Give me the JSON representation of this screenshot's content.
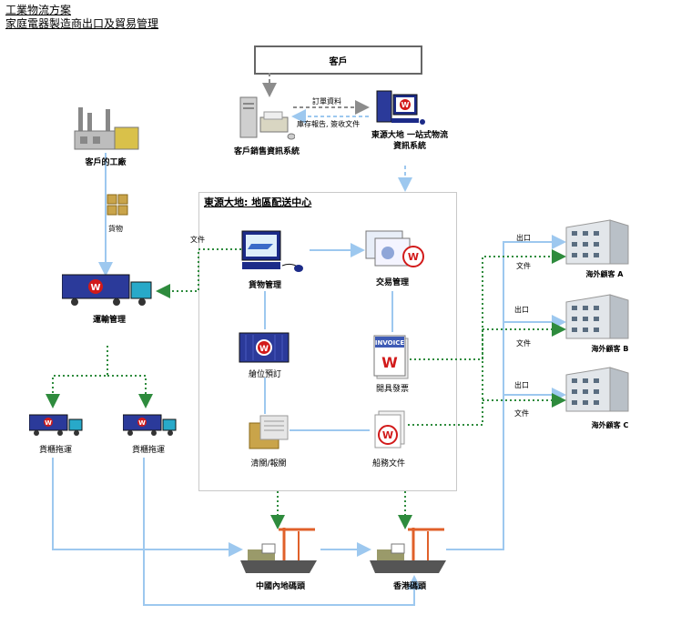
{
  "header": {
    "title": "工業物流方案",
    "subtitle": "家庭電器製造商出口及貿易管理"
  },
  "client": {
    "label": "客戶"
  },
  "systems": {
    "client_sales": "客戶銷售資訊系統",
    "one_stop": "東源大地 一站式物流",
    "one_stop_2": "資訊系統",
    "order_data": "訂單資料",
    "inventory_report": "庫存報告, 簽收文件"
  },
  "factory": {
    "label": "客戶的工廠",
    "goods": "貨物"
  },
  "transport": {
    "label": "運輸管理",
    "doc": "文件"
  },
  "trucks": {
    "left": "貨櫃拖運",
    "right": "貨櫃拖運"
  },
  "center": {
    "title": "東源大地: 地區配送中心",
    "cargo": "貨物管理",
    "trade": "交易管理",
    "booking": "艙位預訂",
    "invoice": "開具發票",
    "invoice_text": "INVOICE",
    "customs": "清關/報關",
    "shipping": "船務文件"
  },
  "ports": {
    "mainland": "中國內地碼頭",
    "hk": "香港碼頭"
  },
  "overseas": {
    "export": "出口",
    "doc": "文件",
    "a": "海外顧客 A",
    "b": "海外顧客 B",
    "c": "海外顧客 C"
  },
  "colors": {
    "blue_line": "#9dc8ef",
    "green_dash": "#2e8b3d",
    "gray_dash": "#8c8c8c",
    "truck_blue": "#2b3a9a",
    "logo_red": "#d21a1a"
  }
}
